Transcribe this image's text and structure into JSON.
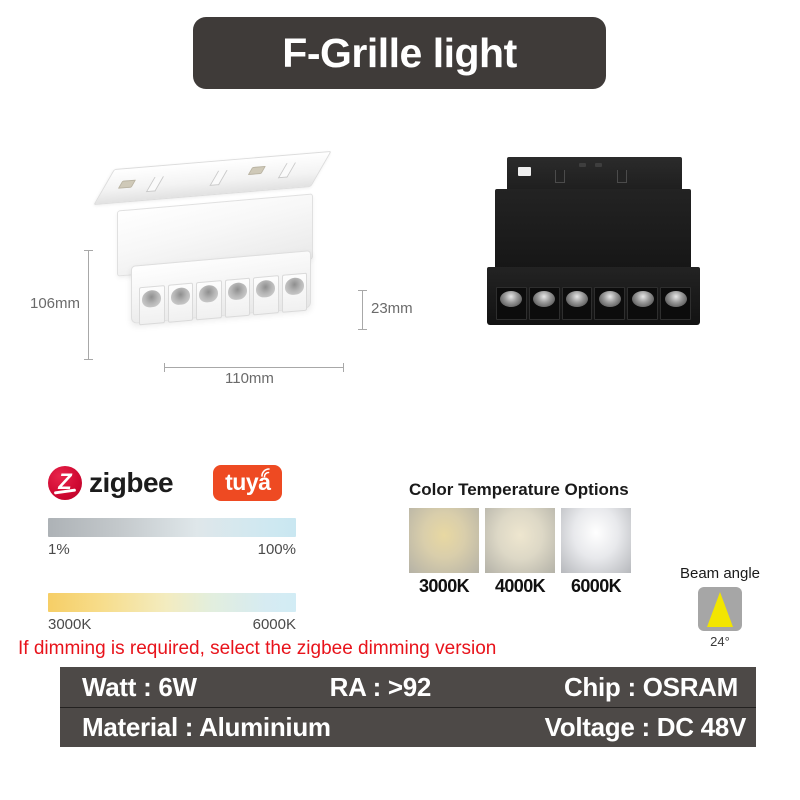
{
  "title": {
    "text": "F-Grille light"
  },
  "product_images": {
    "white_fixture": {
      "name": "white-grille-light",
      "cells": 6,
      "dimensions": {
        "height_label": "106mm",
        "depth_label": "23mm",
        "width_label": "110mm"
      }
    },
    "black_fixture": {
      "name": "black-grille-light",
      "cells": 6
    }
  },
  "logos": {
    "zigbee": {
      "word": "zigbee",
      "mark_char": "Z",
      "color": "#d10a33"
    },
    "tuya": {
      "word": "tuya",
      "color": "#ee4a22"
    }
  },
  "dimming_bar": {
    "min_label": "1%",
    "max_label": "100%",
    "start_color": "#adb2b6",
    "end_color": "#c9e7f1"
  },
  "cct_bar": {
    "min_label": "3000K",
    "max_label": "6000K",
    "start_color": "#f6ce66",
    "end_color": "#d2ecf5"
  },
  "color_temperature": {
    "title": "Color Temperature Options",
    "options": [
      {
        "label": "3000K",
        "swatch": "warm-white"
      },
      {
        "label": "4000K",
        "swatch": "neutral-white"
      },
      {
        "label": "6000K",
        "swatch": "cool-white"
      }
    ]
  },
  "beam_angle": {
    "title": "Beam angle",
    "value": "24°",
    "icon_color": "#f2e500"
  },
  "warning": {
    "text": "If dimming is required, select the zigbee dimming version",
    "color": "#e8131b"
  },
  "specs": {
    "row1": [
      {
        "label": "Watt : 6W"
      },
      {
        "label": "RA : >92"
      },
      {
        "label": "Chip : OSRAM"
      }
    ],
    "row2": [
      {
        "label": "Material : Aluminium"
      },
      {
        "label": "Voltage : DC 48V"
      }
    ]
  }
}
